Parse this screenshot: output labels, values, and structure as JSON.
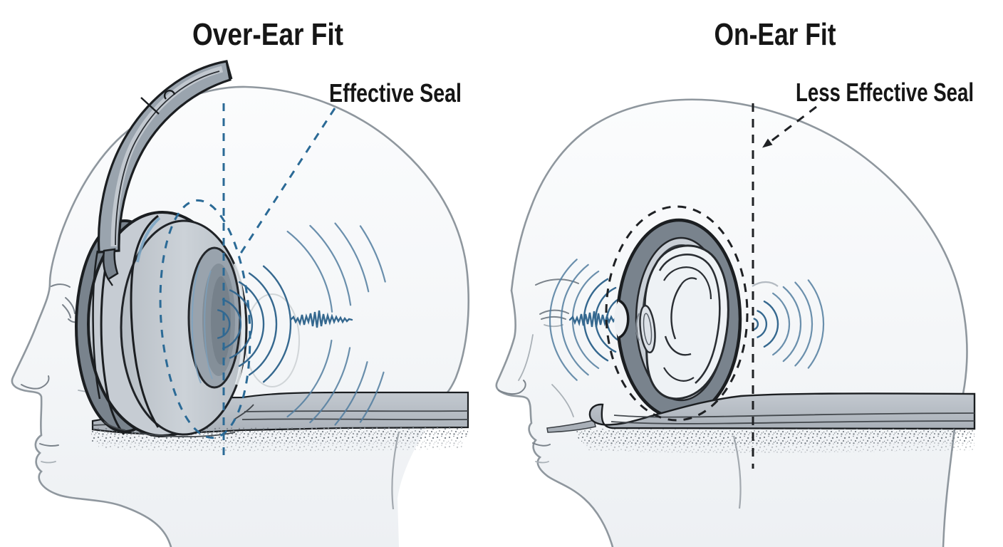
{
  "figure": {
    "panels": [
      {
        "title": "Over-Ear Fit",
        "label": "Effective Seal"
      },
      {
        "title": "On-Ear Fit",
        "label": "Less Effective Seal"
      }
    ]
  },
  "colors": {
    "background": "#ffffff",
    "ink": "#161616",
    "head_fill_top": "#fbfcfd",
    "head_fill_bottom": "#edf0f3",
    "head_stroke": "#8f979e",
    "outline_dark": "#1b1e21",
    "metal_dark": "#79838d",
    "metal_mid": "#9aa4ae",
    "metal_light": "#c6ccd3",
    "cushion_light": "#ccd2d8",
    "cushion_mid": "#b7bec5",
    "inner_hole": "#99a3ad",
    "inner_deep": "#76818b",
    "highlight": "#eaeef2",
    "seam_teal": "#7ca6c4",
    "wave_blue": "#35688f",
    "wave_blue_soft": "#517d9f",
    "dashed_blue": "#2b6a96",
    "dashed_black": "#1f2124",
    "band_light": "#c3c9d0",
    "band_dark": "#a9b0b8",
    "band_line": "#43484d",
    "stipple_dot": "#7d848b",
    "faint_line": "#9aa1a7",
    "skin_inner": "#f1f4f7"
  }
}
